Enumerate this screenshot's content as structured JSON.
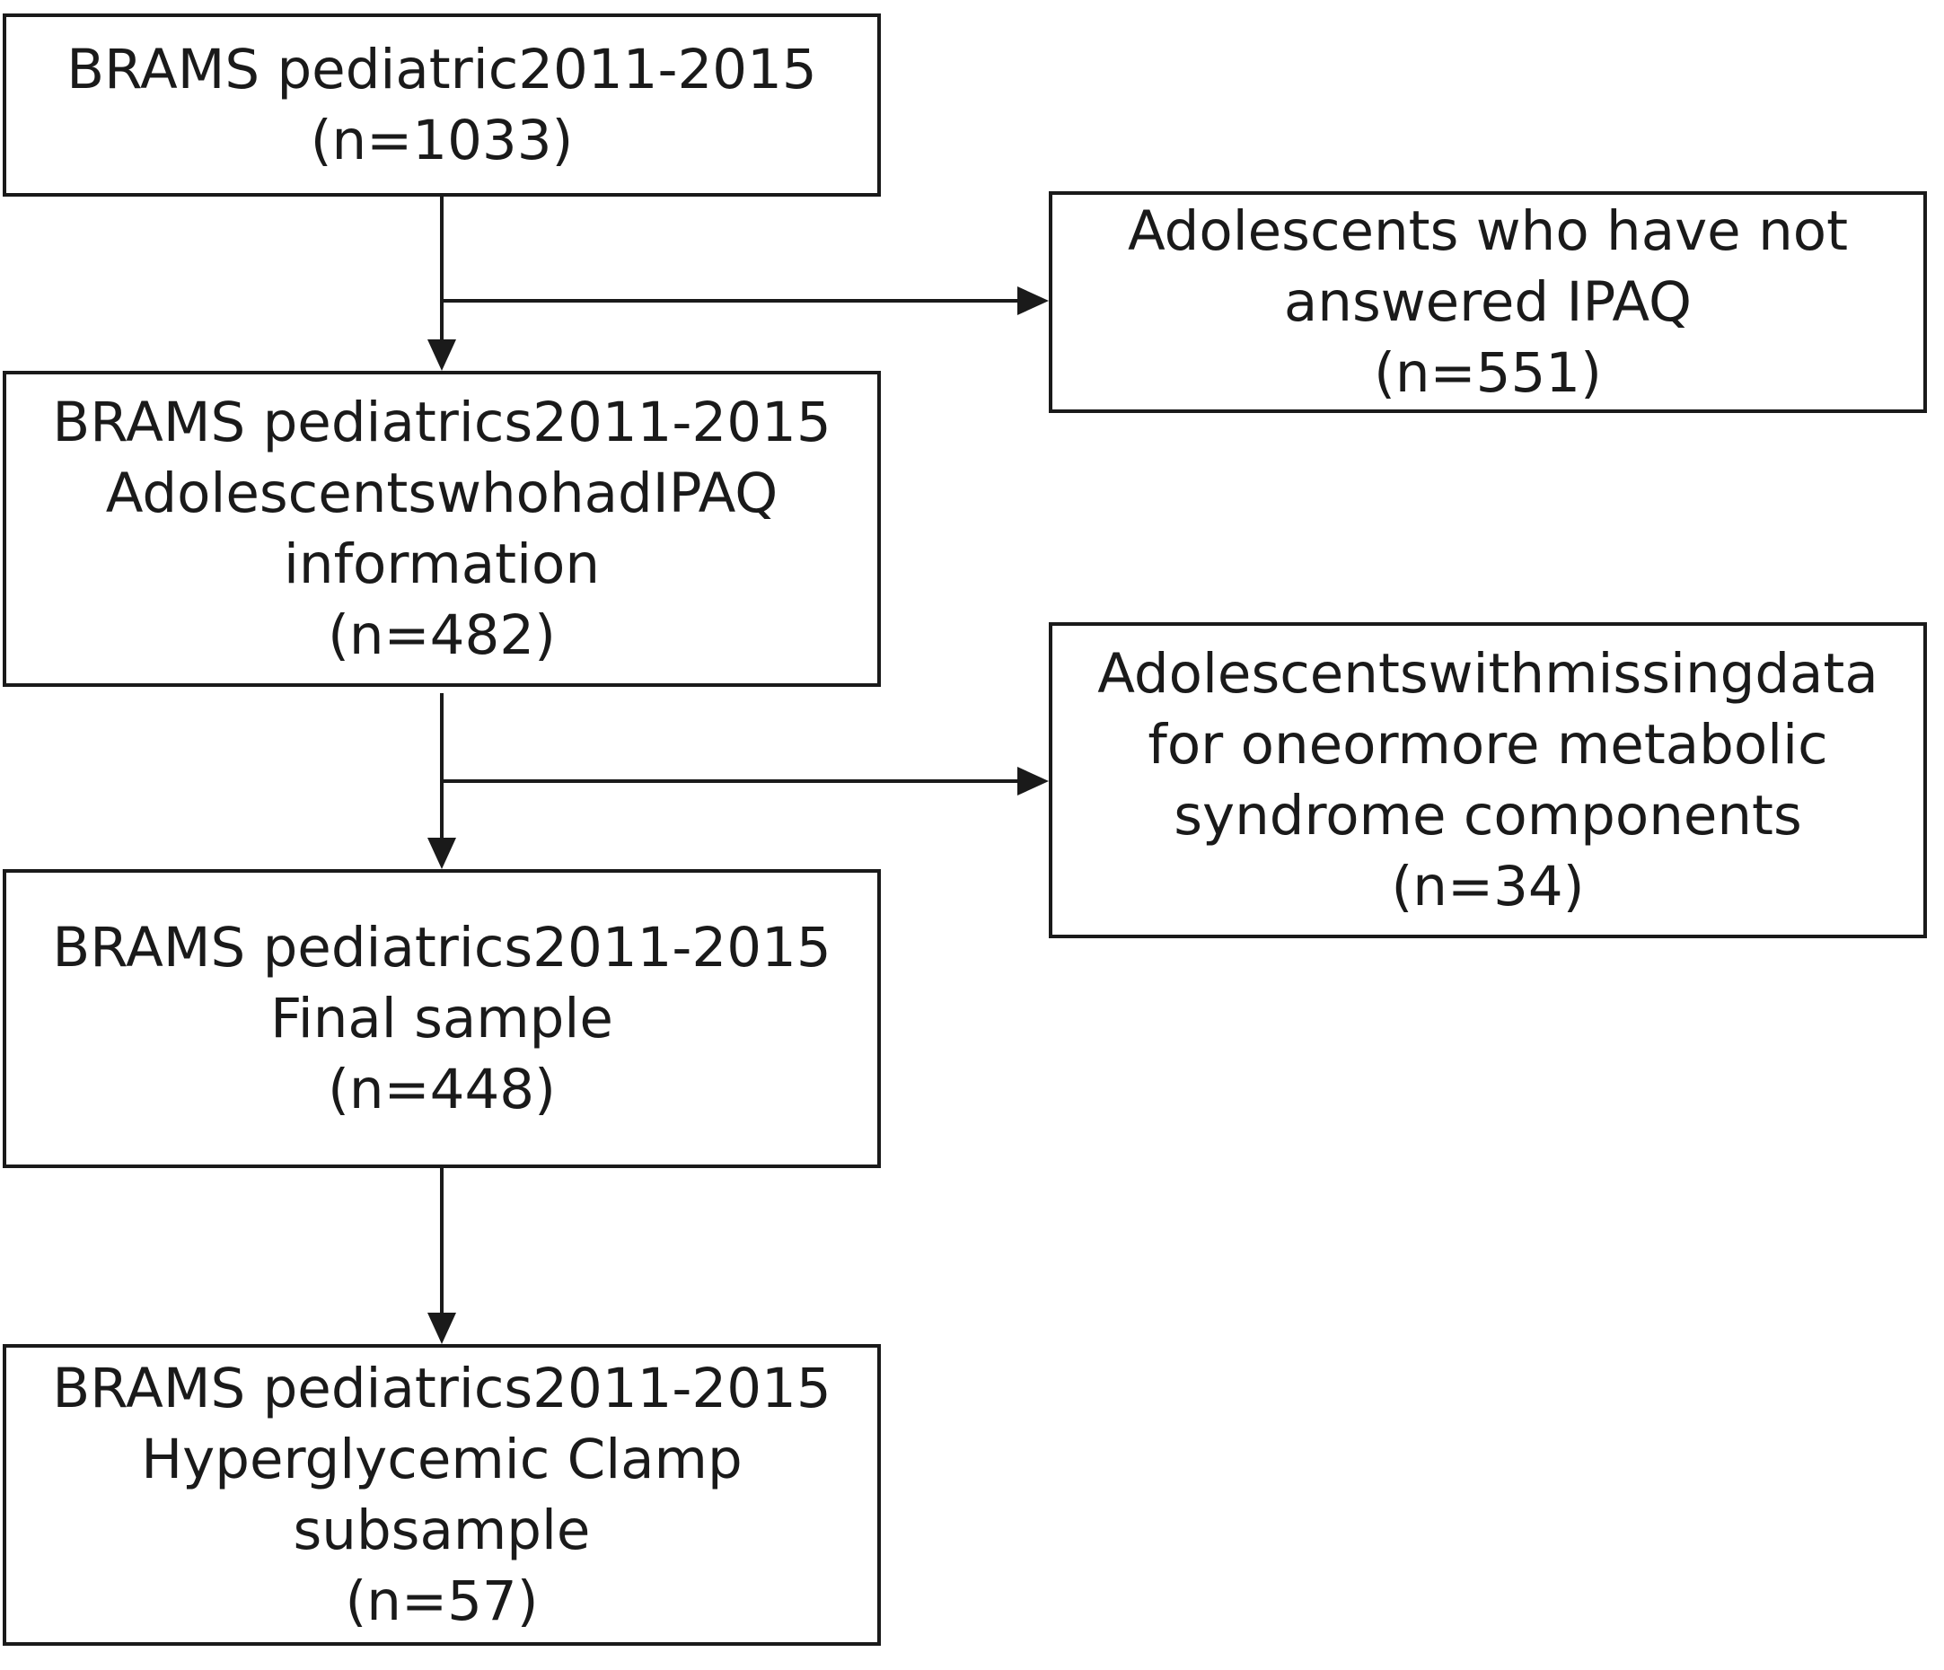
{
  "flow": {
    "steps": [
      {
        "id": "step-1",
        "lines": [
          "BRAMS pediatric2011-2015",
          "(n=1033)"
        ]
      },
      {
        "id": "step-2",
        "lines": [
          "BRAMS pediatrics2011-2015",
          "AdolescentswhohadIPAQ",
          "information",
          "(n=482)"
        ]
      },
      {
        "id": "step-3",
        "lines": [
          "BRAMS pediatrics2011-2015",
          "Final sample",
          "(n=448)"
        ]
      },
      {
        "id": "step-4",
        "lines": [
          "BRAMS pediatrics2011-2015",
          "Hyperglycemic Clamp",
          "subsample",
          "(n=57)"
        ]
      }
    ],
    "exclusions": [
      {
        "id": "exclusion-1",
        "lines": [
          "Adolescents who have not",
          "answered IPAQ",
          "(n=551)"
        ]
      },
      {
        "id": "exclusion-2",
        "lines": [
          "Adolescentswithmissingdata",
          "for oneormore metabolic",
          "syndrome components",
          "(n=34)"
        ]
      }
    ]
  },
  "colors": {
    "line": "#1a1a1a",
    "background": "#ffffff"
  }
}
